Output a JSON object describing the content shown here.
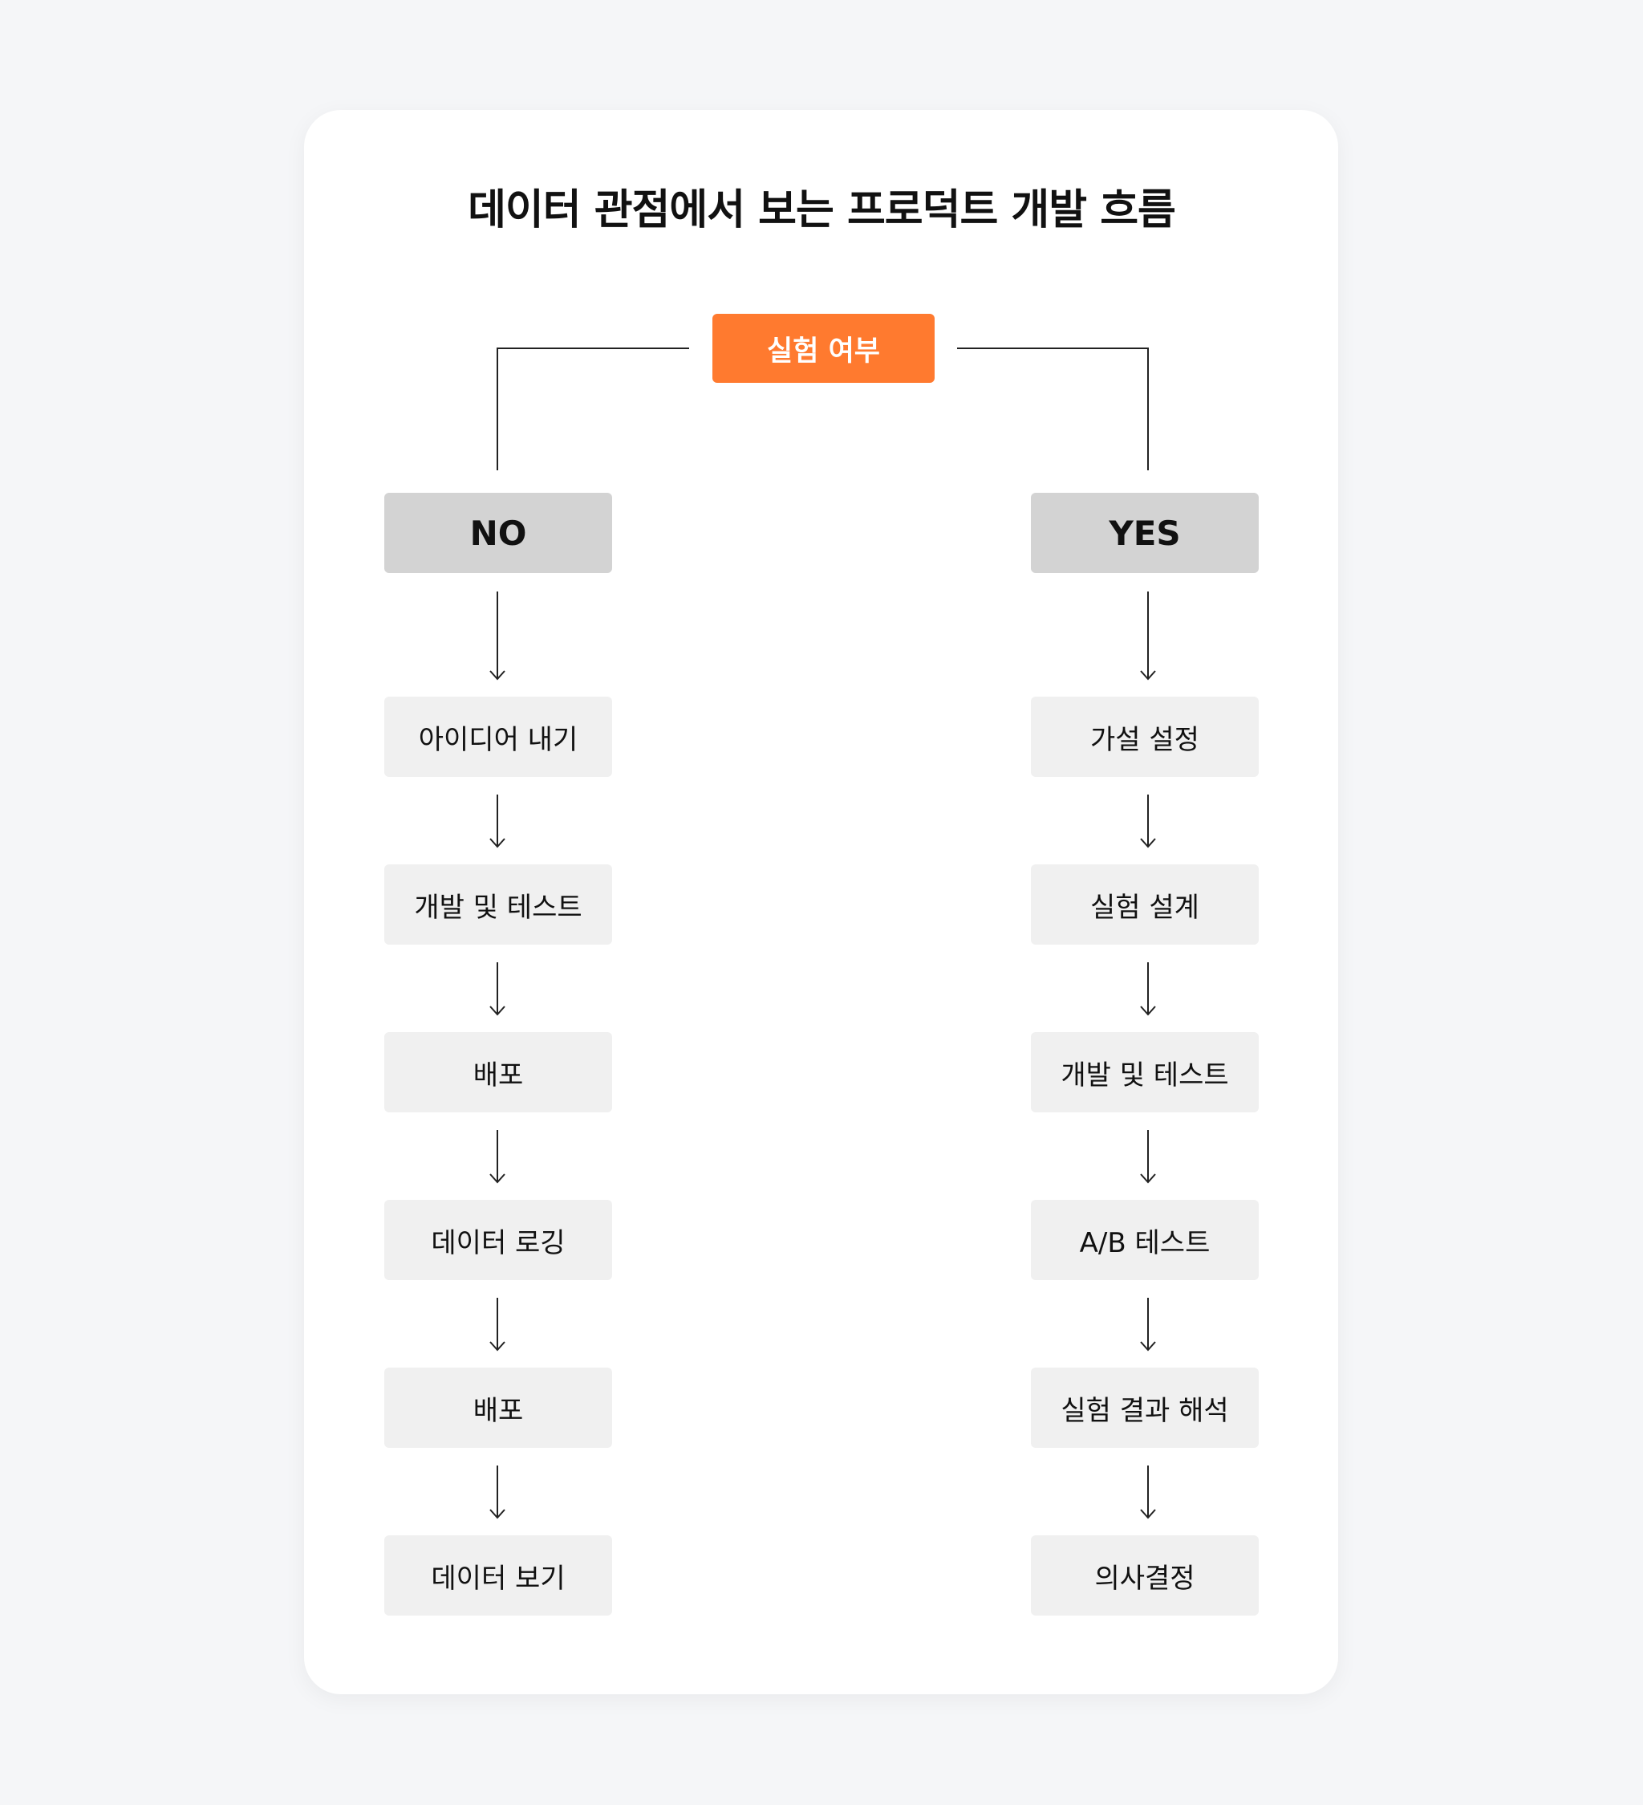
{
  "title": "데이터 관점에서 보는 프로덕트 개발 흐름",
  "decision": {
    "label": "실험 여부",
    "color": "#ff7a2f"
  },
  "no_branch": {
    "label": "NO",
    "steps": [
      "아이디어 내기",
      "개발 및 테스트",
      "배포",
      "데이터 로깅",
      "배포",
      "데이터 보기"
    ]
  },
  "yes_branch": {
    "label": "YES",
    "steps": [
      "가설 설정",
      "실험 설계",
      "개발 및 테스트",
      "A/B 테스트",
      "실험 결과 해석",
      "의사결정"
    ]
  }
}
